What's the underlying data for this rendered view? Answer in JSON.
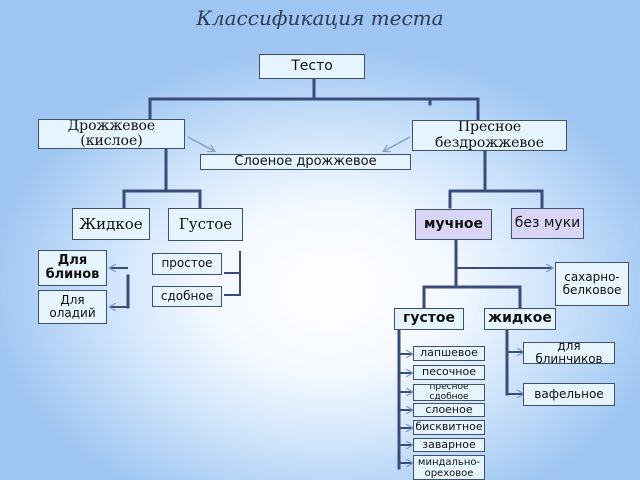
{
  "title": "Классификация теста",
  "nodes": {
    "root": "Тесто",
    "yeast": "Дрожжевое (кислое)",
    "unleavened": "Пресное бездрожжевое",
    "puff_yeast": "Слоеное дрожжевое",
    "liquid": "Жидкое",
    "thick": "Густое",
    "floury": "мучное",
    "no_flour": "без муки",
    "for_pancakes": "Для блинов",
    "for_fritters": "Для оладий",
    "simple": "простое",
    "rich": "сдобное",
    "sugar_protein": "сахарно-белковое",
    "thick2": "густое",
    "liquid2": "жидкое",
    "for_crepes": "для блинчиков",
    "wafer": "вафельное",
    "thick_items": [
      "лапшевое",
      "песочное",
      "пресное сдобное",
      "слоеное",
      "бисквитное",
      "заварное",
      "миндально-ореховое"
    ]
  },
  "colors": {
    "connector": "#3b4c7a",
    "arrow": "#7f9cc8",
    "box_fill": "#e6f4fd",
    "box_fill_alt": "#d9d5f5"
  }
}
